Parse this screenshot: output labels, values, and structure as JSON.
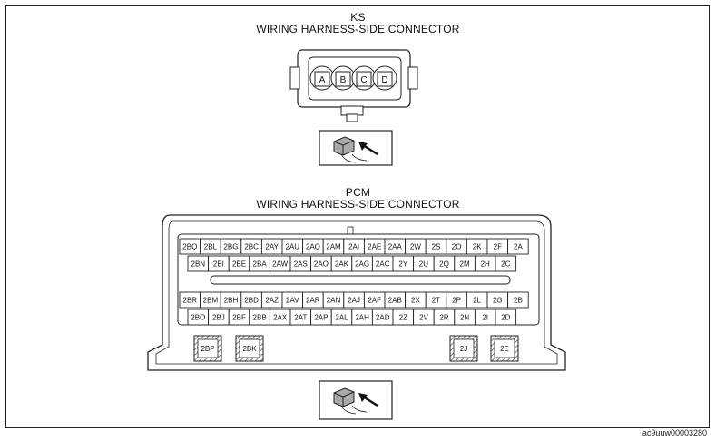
{
  "ks": {
    "title": "KS",
    "subtitle": "WIRING HARNESS-SIDE CONNECTOR",
    "terminals": [
      "A",
      "B",
      "C",
      "D"
    ]
  },
  "pcm": {
    "title": "PCM",
    "subtitle": "WIRING HARNESS-SIDE CONNECTOR",
    "rows": [
      [
        "2BQ",
        "2BL",
        "2BG",
        "2BC",
        "2AY",
        "2AU",
        "2AQ",
        "2AM",
        "2AI",
        "2AE",
        "2AA",
        "2W",
        "2S",
        "2O",
        "2K",
        "2F",
        "2A"
      ],
      [
        "2BN",
        "2BI",
        "2BE",
        "2BA",
        "2AW",
        "2AS",
        "2AO",
        "2AK",
        "2AG",
        "2AC",
        "2Y",
        "2U",
        "2Q",
        "2M",
        "2H",
        "2C"
      ],
      [
        "2BR",
        "2BM",
        "2BH",
        "2BD",
        "2AZ",
        "2AV",
        "2AR",
        "2AN",
        "2AJ",
        "2AF",
        "2AB",
        "2X",
        "2T",
        "2P",
        "2L",
        "2G",
        "2B"
      ],
      [
        "2BO",
        "2BJ",
        "2BF",
        "2BB",
        "2AX",
        "2AT",
        "2AP",
        "2AL",
        "2AH",
        "2AD",
        "2Z",
        "2V",
        "2R",
        "2N",
        "2I",
        "2D"
      ]
    ],
    "bottom_terminals": [
      "2BP",
      "2BK",
      "2J",
      "2E"
    ]
  },
  "footer_code": "ac9uuw00003280"
}
